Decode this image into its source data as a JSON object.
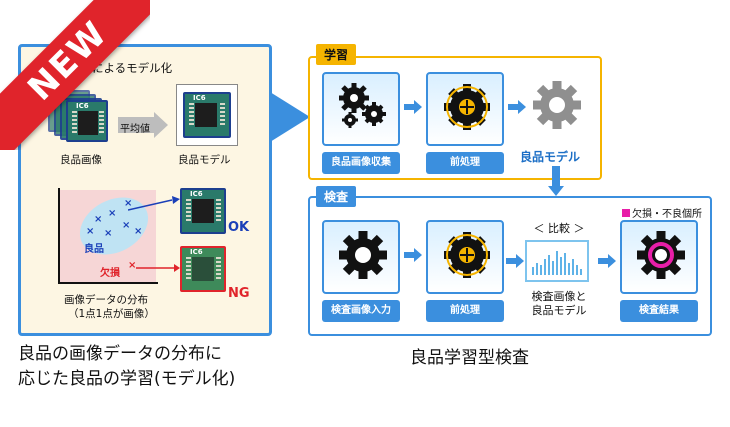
{
  "ribbon": "NEW",
  "left": {
    "title": "良品学習によるモデル化",
    "chip_text": "IC6",
    "good_images_label": "良品画像",
    "average_label": "平均値",
    "good_model_label": "良品モデル",
    "good_label": "良品",
    "defect_label": "欠損",
    "ok_label": "OK",
    "ng_label": "NG",
    "distribution_label_1": "画像データの分布",
    "distribution_label_2": "（1点1点が画像）",
    "caption_1": "良品の画像データの分布に",
    "caption_2": "応じた良品の学習(モデル化)"
  },
  "learn": {
    "tag": "学習",
    "step1": "良品画像収集",
    "step2": "前処理",
    "result": "良品モデル"
  },
  "inspect": {
    "tag": "検査",
    "step1": "検査画像入力",
    "step2": "前処理",
    "compare_title": "＜ 比較 ＞",
    "compare_sub_1": "検査画像と",
    "compare_sub_2": "良品モデル",
    "step4": "検査結果",
    "legend": "欠損・不良個所"
  },
  "right_caption": "良品学習型検査",
  "colors": {
    "blue": "#3b8fde",
    "yellow": "#f5b400",
    "red": "#e0242b",
    "magenta": "#e81ea8"
  }
}
